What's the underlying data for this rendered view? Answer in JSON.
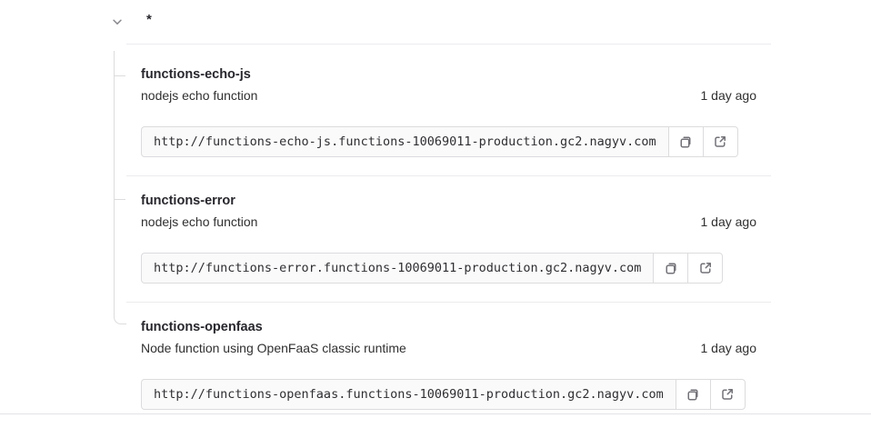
{
  "environment": {
    "name": "*"
  },
  "functions": [
    {
      "name": "functions-echo-js",
      "description": "nodejs echo function",
      "updated": "1 day ago",
      "url": "http://functions-echo-js.functions-10069011-production.gc2.nagyv.com"
    },
    {
      "name": "functions-error",
      "description": "nodejs echo function",
      "updated": "1 day ago",
      "url": "http://functions-error.functions-10069011-production.gc2.nagyv.com"
    },
    {
      "name": "functions-openfaas",
      "description": "Node function using OpenFaaS classic runtime",
      "updated": "1 day ago",
      "url": "http://functions-openfaas.functions-10069011-production.gc2.nagyv.com"
    }
  ],
  "colors": {
    "icon_gray": "#737278",
    "divider": "#ececef",
    "field_border": "#dcdcde",
    "field_bg": "#fafafa"
  }
}
